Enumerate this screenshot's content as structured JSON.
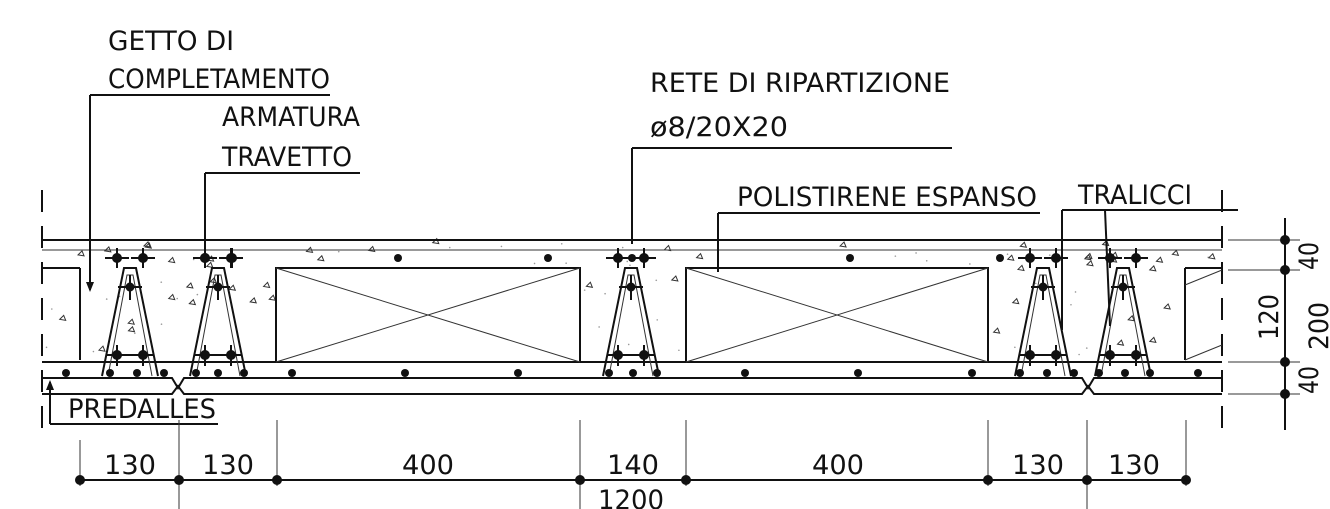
{
  "labels": {
    "getto_line1": "GETTO DI",
    "getto_line2": "COMPLETAMENTO",
    "armatura_line1": "ARMATURA",
    "armatura_line2": "TRAVETTO",
    "rete_line1": "RETE DI RIPARTIZIONE",
    "rete_line2": "ø8/20X20",
    "polistirene": "POLISTIRENE ESPANSO",
    "tralicci": "TRALICCI",
    "predalles": "PREDALLES"
  },
  "dimensions": {
    "horizontal": [
      "130",
      "130",
      "400",
      "140",
      "400",
      "130",
      "130"
    ],
    "total": "1200",
    "vertical": [
      "40",
      "120",
      "40"
    ],
    "vertical_total": "200"
  }
}
